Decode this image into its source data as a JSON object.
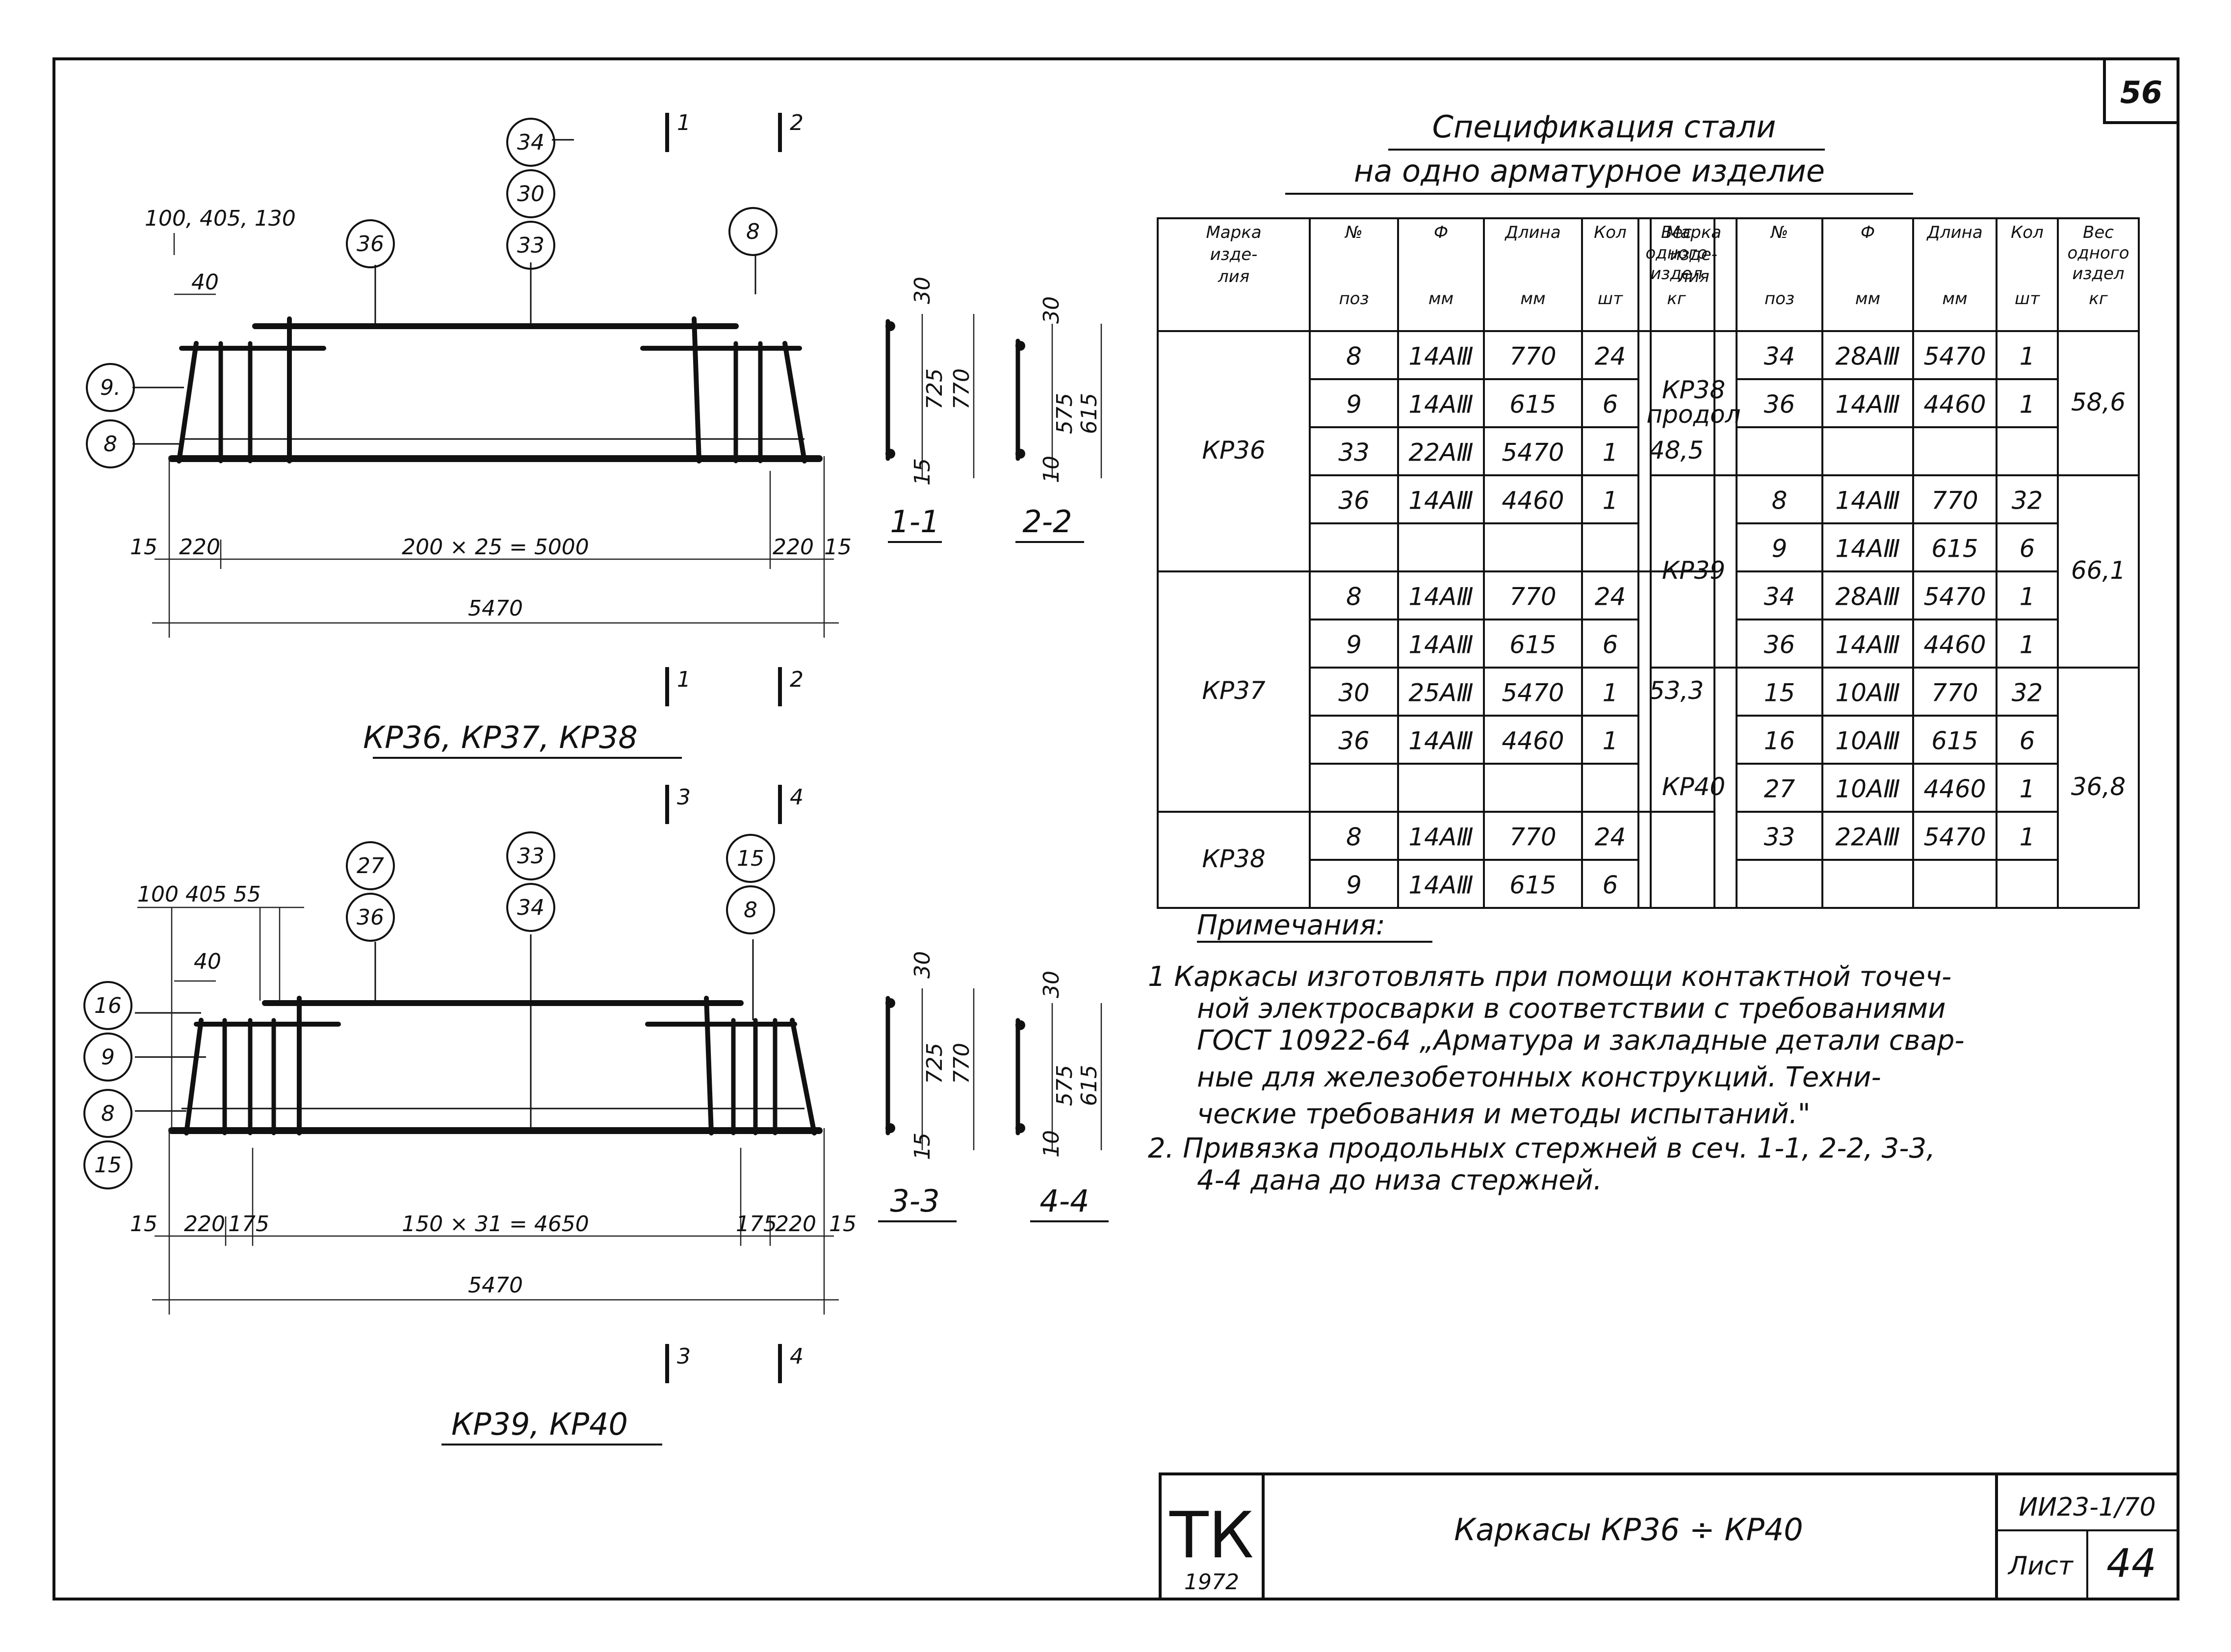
{
  "sheet_number": "56",
  "spec_title": {
    "line1": "Спецификация стали",
    "line2": "на одно арматурное изделие"
  },
  "table_headers": {
    "mark": [
      "Марка",
      "изде-",
      "лия"
    ],
    "pos": [
      "№",
      "поз"
    ],
    "diam": [
      "Ф",
      "мм"
    ],
    "length": [
      "Длина",
      "мм"
    ],
    "qty": [
      "Кол",
      "шт"
    ],
    "weight": [
      "Вес",
      "одного",
      "издел",
      "кг"
    ]
  },
  "table_left": [
    {
      "mark": "КР36",
      "weight": "48,5",
      "rows": [
        {
          "pos": "8",
          "diam": "14АⅢ",
          "length": "770",
          "qty": "24"
        },
        {
          "pos": "9",
          "diam": "14АⅢ",
          "length": "615",
          "qty": "6"
        },
        {
          "pos": "33",
          "diam": "22АⅢ",
          "length": "5470",
          "qty": "1"
        },
        {
          "pos": "36",
          "diam": "14АⅢ",
          "length": "4460",
          "qty": "1"
        }
      ]
    },
    {
      "mark": "КР37",
      "weight": "53,3",
      "rows": [
        {
          "pos": "8",
          "diam": "14АⅢ",
          "length": "770",
          "qty": "24"
        },
        {
          "pos": "9",
          "diam": "14АⅢ",
          "length": "615",
          "qty": "6"
        },
        {
          "pos": "30",
          "diam": "25АⅢ",
          "length": "5470",
          "qty": "1"
        },
        {
          "pos": "36",
          "diam": "14АⅢ",
          "length": "4460",
          "qty": "1"
        }
      ]
    },
    {
      "mark": "КР38",
      "weight": "",
      "rows": [
        {
          "pos": "8",
          "diam": "14АⅢ",
          "length": "770",
          "qty": "24"
        },
        {
          "pos": "9",
          "diam": "14АⅢ",
          "length": "615",
          "qty": "6"
        }
      ]
    }
  ],
  "table_right": [
    {
      "mark": "КР38 продол",
      "weight": "58,6",
      "rows": [
        {
          "pos": "34",
          "diam": "28АⅢ",
          "length": "5470",
          "qty": "1"
        },
        {
          "pos": "36",
          "diam": "14АⅢ",
          "length": "4460",
          "qty": "1"
        }
      ]
    },
    {
      "mark": "КР39",
      "weight": "66,1",
      "rows": [
        {
          "pos": "8",
          "diam": "14АⅢ",
          "length": "770",
          "qty": "32"
        },
        {
          "pos": "9",
          "diam": "14АⅢ",
          "length": "615",
          "qty": "6"
        },
        {
          "pos": "34",
          "diam": "28АⅢ",
          "length": "5470",
          "qty": "1"
        },
        {
          "pos": "36",
          "diam": "14АⅢ",
          "length": "4460",
          "qty": "1"
        }
      ]
    },
    {
      "mark": "КР40",
      "weight": "36,8",
      "rows": [
        {
          "pos": "15",
          "diam": "10АⅢ",
          "length": "770",
          "qty": "32"
        },
        {
          "pos": "16",
          "diam": "10АⅢ",
          "length": "615",
          "qty": "6"
        },
        {
          "pos": "27",
          "diam": "10АⅢ",
          "length": "4460",
          "qty": "1"
        },
        {
          "pos": "33",
          "diam": "22АⅢ",
          "length": "5470",
          "qty": "1"
        }
      ]
    }
  ],
  "notes": {
    "heading": "Примечания:",
    "n1": [
      "1  Каркасы изготовлять при помощи контактной точеч-",
      "ной электросварки в соответствии с требованиями",
      "ГОСТ 10922-64 „Арматура и закладные детали свар-",
      "ные для железобетонных конструкций. Техни-",
      "ческие требования и методы испытаний.\""
    ],
    "n2": [
      "2. Привязка продольных стержней в сеч. 1-1, 2-2, 3-3,",
      "4-4 дана до низа стержней."
    ]
  },
  "top_drawing": {
    "caption": "КР36, КР37, КР38",
    "callouts": {
      "c34": "34",
      "c30": "30",
      "c33": "33",
      "c36": "36",
      "c8": "8",
      "c9": "9.",
      "c8b": "8"
    },
    "dims_top": "100, 405, 130",
    "dim_40": "40",
    "dim_15a": "15",
    "dim_220a": "220",
    "dim_mid": "200 × 25 = 5000",
    "dim_220b": "220",
    "dim_15b": "15",
    "dim_total": "5470",
    "cut1": "1",
    "cut2": "2"
  },
  "bottom_drawing": {
    "caption": "КР39, КР40",
    "callouts": {
      "c27": "27",
      "c36": "36",
      "c33": "33",
      "c34": "34",
      "c15": "15",
      "c8": "8",
      "c16": "16",
      "c9": "9",
      "c8b": "8",
      "c15b": "15"
    },
    "dims_top": "100   405  55",
    "dim_40": "40",
    "dim_15a": "15",
    "dim_220a": "220",
    "dim_175a": "175",
    "dim_mid": "150 × 31 = 4650",
    "dim_175b": "175",
    "dim_220b": "220",
    "dim_15b": "15",
    "dim_total": "5470",
    "cut3": "3",
    "cut4": "4"
  },
  "sections": {
    "s11": {
      "label": "1-1",
      "d30": "30",
      "d725": "725",
      "d770": "770",
      "d15": "15"
    },
    "s22": {
      "label": "2-2",
      "d30": "30",
      "d575": "575",
      "d615": "615",
      "d10": "10"
    },
    "s33": {
      "label": "3-3",
      "d30": "30",
      "d725": "725",
      "d770": "770",
      "d15": "15"
    },
    "s44": {
      "label": "4-4",
      "d30": "30",
      "d575": "575",
      "d615": "615",
      "d10": "10"
    }
  },
  "title_block": {
    "logo": "ТК",
    "year": "1972",
    "title": "Каркасы КР36 ÷ КР40",
    "code": "ИИ23-1/70",
    "sheet_label": "Лист",
    "sheet_no": "44"
  }
}
